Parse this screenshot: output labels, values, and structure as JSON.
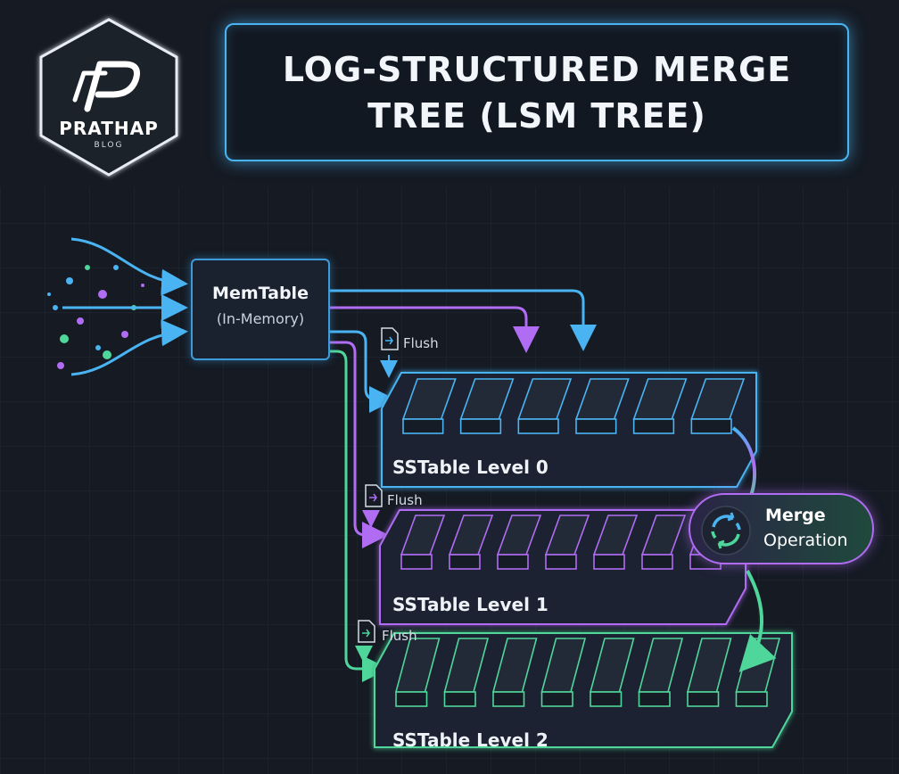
{
  "logo": {
    "name": "PRATHAP",
    "subtitle": "BLOG",
    "icon": "p-monogram-icon"
  },
  "title": {
    "line1": "LOG-STRUCTURED MERGE",
    "line2": "TREE (LSM TREE)"
  },
  "memtable": {
    "title": "MemTable",
    "subtitle": "(In-Memory)"
  },
  "levels": [
    {
      "label": "SSTable Level 0",
      "color": "#4ab4f2",
      "segments": 6
    },
    {
      "label": "SSTable Level 1",
      "color": "#b06cf2",
      "segments": 7
    },
    {
      "label": "SSTable Level 2",
      "color": "#4fd69a",
      "segments": 8
    }
  ],
  "flush_labels": [
    "Flush",
    "Flush",
    "Flush"
  ],
  "merge": {
    "line1": "Merge",
    "line2": "Operation",
    "icon": "refresh-cycle-icon"
  },
  "colors": {
    "background": "#151a23",
    "blue": "#4ab4f2",
    "purple": "#b06cf2",
    "green": "#4fd69a"
  }
}
